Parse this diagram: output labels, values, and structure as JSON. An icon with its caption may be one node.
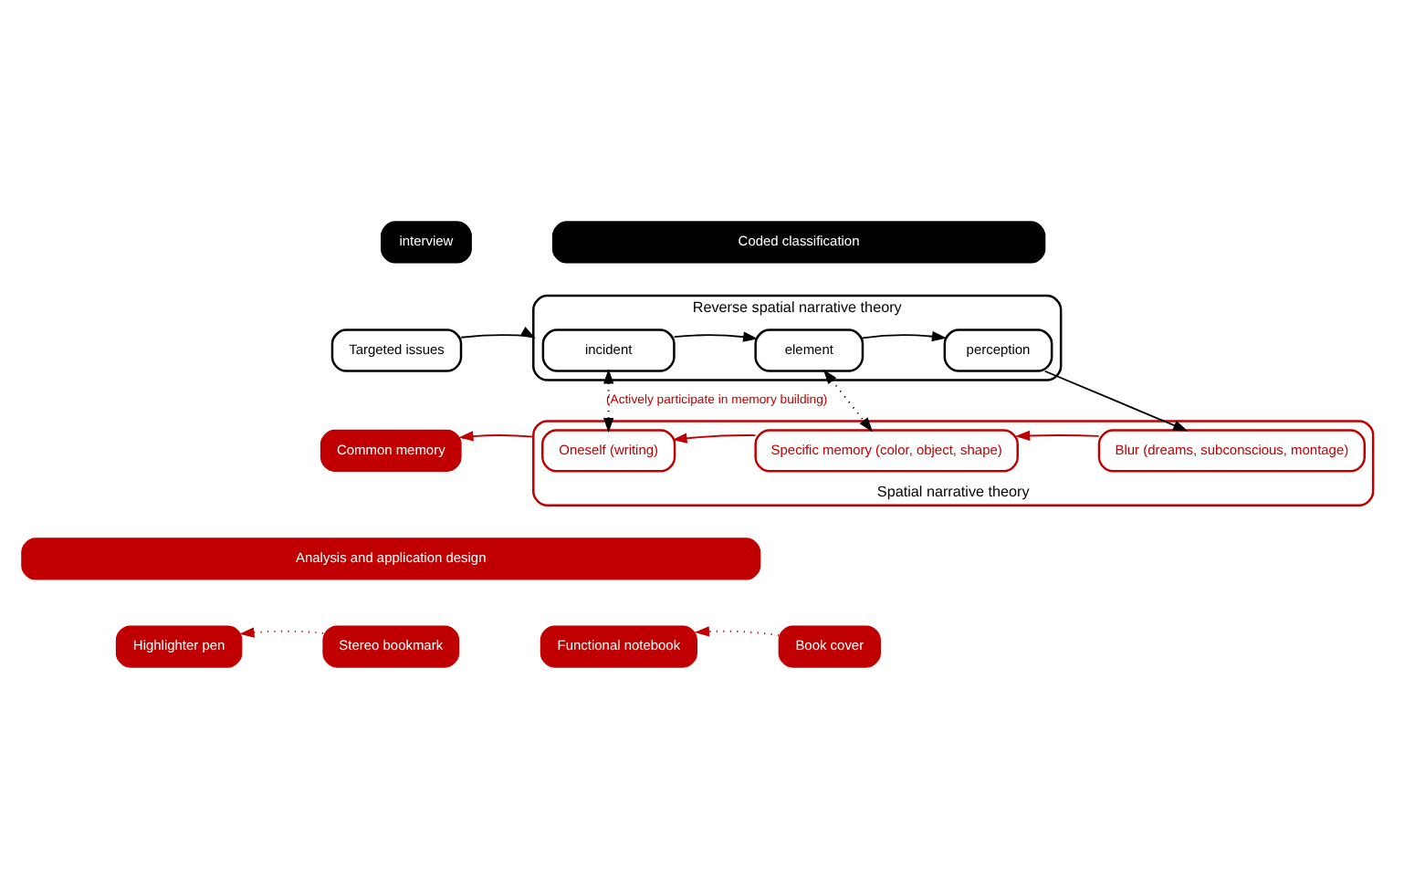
{
  "diagram": {
    "nodes": [
      {
        "text": [
          "interview"
        ]
      },
      {
        "text": [
          "Coded classification"
        ]
      },
      {
        "text": [
          "Targeted issues"
        ]
      },
      {
        "text": [
          "Reverse spatial narrative theory"
        ]
      },
      {
        "text": [
          "incident"
        ],
        "in": 3
      },
      {
        "text": [
          "element"
        ],
        "in": 3
      },
      {
        "text": [
          "perception"
        ],
        "in": 3
      },
      {
        "text": [
          "Common memory"
        ]
      },
      {
        "text": [
          "Spatial narrative theory"
        ]
      },
      {
        "text": [
          "Oneself (writing)"
        ],
        "in": 8
      },
      {
        "text": [
          "Specific memory (color, object, shape)"
        ],
        "in": 8
      },
      {
        "text": [
          "Blur (dreams, subconscious, montage)"
        ],
        "in": 8
      },
      {
        "text": [
          "Analysis and application design"
        ]
      },
      {
        "text": [
          "Highlighter pen"
        ]
      },
      {
        "text": [
          "Stereo bookmark"
        ]
      },
      {
        "text": [
          "Functional notebook"
        ]
      },
      {
        "text": [
          "Book cover"
        ]
      }
    ],
    "edges": [
      {
        "from": 2,
        "to": 3,
        "arrow": "to"
      },
      {
        "from": 4,
        "to": 5,
        "arrow": "to"
      },
      {
        "from": 5,
        "to": 6,
        "arrow": "to"
      },
      {
        "from": 6,
        "to": 11,
        "arrow": "to"
      },
      {
        "from": 4,
        "to": 9,
        "arrow": "both",
        "style": "dashed",
        "label": "(Actively participate in memory building)"
      },
      {
        "from": 5,
        "to": 10,
        "arrow": "both",
        "style": "dashed"
      },
      {
        "from": 11,
        "to": 10,
        "arrow": "to",
        "color": "#c00000"
      },
      {
        "from": 10,
        "to": 9,
        "arrow": "to",
        "color": "#c00000"
      },
      {
        "from": 8,
        "to": 7,
        "arrow": "to",
        "color": "#c00000"
      },
      {
        "from": 14,
        "to": 13,
        "arrow": "to",
        "style": "dashed",
        "color": "#c00000"
      },
      {
        "from": 16,
        "to": 15,
        "arrow": "to",
        "style": "dashed",
        "color": "#c00000"
      }
    ]
  }
}
